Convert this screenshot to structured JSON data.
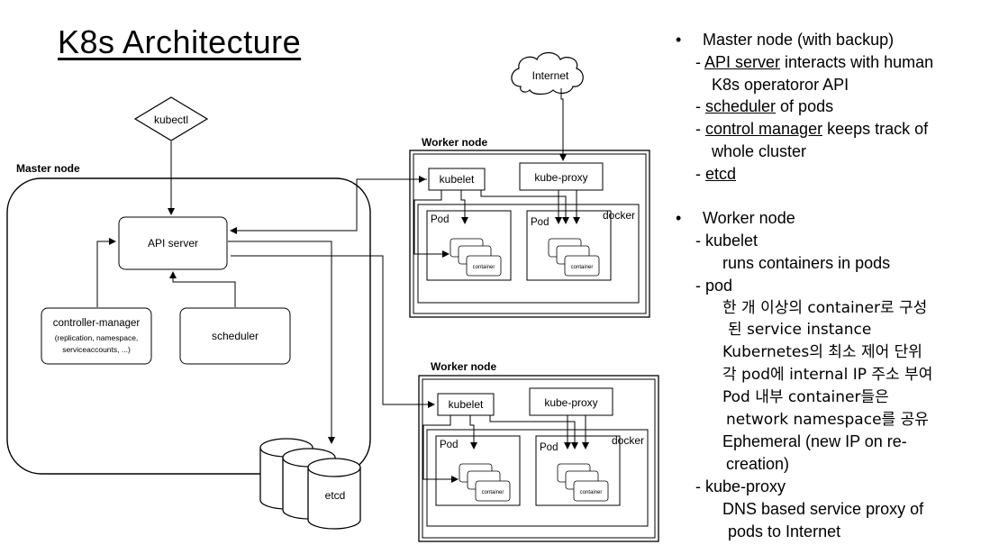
{
  "title": "K8s Architecture",
  "diagram": {
    "kubectl": "kubectl",
    "internet": "Internet",
    "master_label": "Master node",
    "api_server": "API server",
    "controller_manager": "controller-manager",
    "controller_sub1": "(replication, namespace,",
    "controller_sub2": "serviceaccounts, ...)",
    "scheduler": "scheduler",
    "etcd": "etcd",
    "worker_label": "Worker node",
    "kubelet": "kubelet",
    "kube_proxy": "kube-proxy",
    "pod": "Pod",
    "docker": "docker",
    "container": "container"
  },
  "notes": {
    "master": {
      "heading": "Master node (with backup)",
      "api_u": "API server",
      "api_rest": " interacts with human",
      "api_cont": "K8s operatoror API",
      "sched_u": "scheduler",
      "sched_rest": " of pods",
      "ctrl_u": "control manager",
      "ctrl_rest": " keeps track of",
      "ctrl_cont": "whole cluster",
      "etcd_u": "etcd"
    },
    "worker": {
      "heading": "Worker node",
      "kubelet": "- kubelet",
      "kubelet_desc": "runs containers in pods",
      "pod": "- pod",
      "pod_l1": "한 개 이상의 container로 구성",
      "pod_l2": "된 service instance",
      "pod_l3": "Kubernetes의 최소 제어 단위",
      "pod_l4": "각 pod에 internal IP 주소 부여",
      "pod_l5": "Pod 내부 container들은",
      "pod_l6": "network namespace를 공유",
      "pod_l7": "Ephemeral (new IP on re-",
      "pod_l8": "creation)",
      "proxy": "- kube-proxy",
      "proxy_l1": "DNS based service proxy of",
      "proxy_l2": "pods to Internet"
    }
  }
}
